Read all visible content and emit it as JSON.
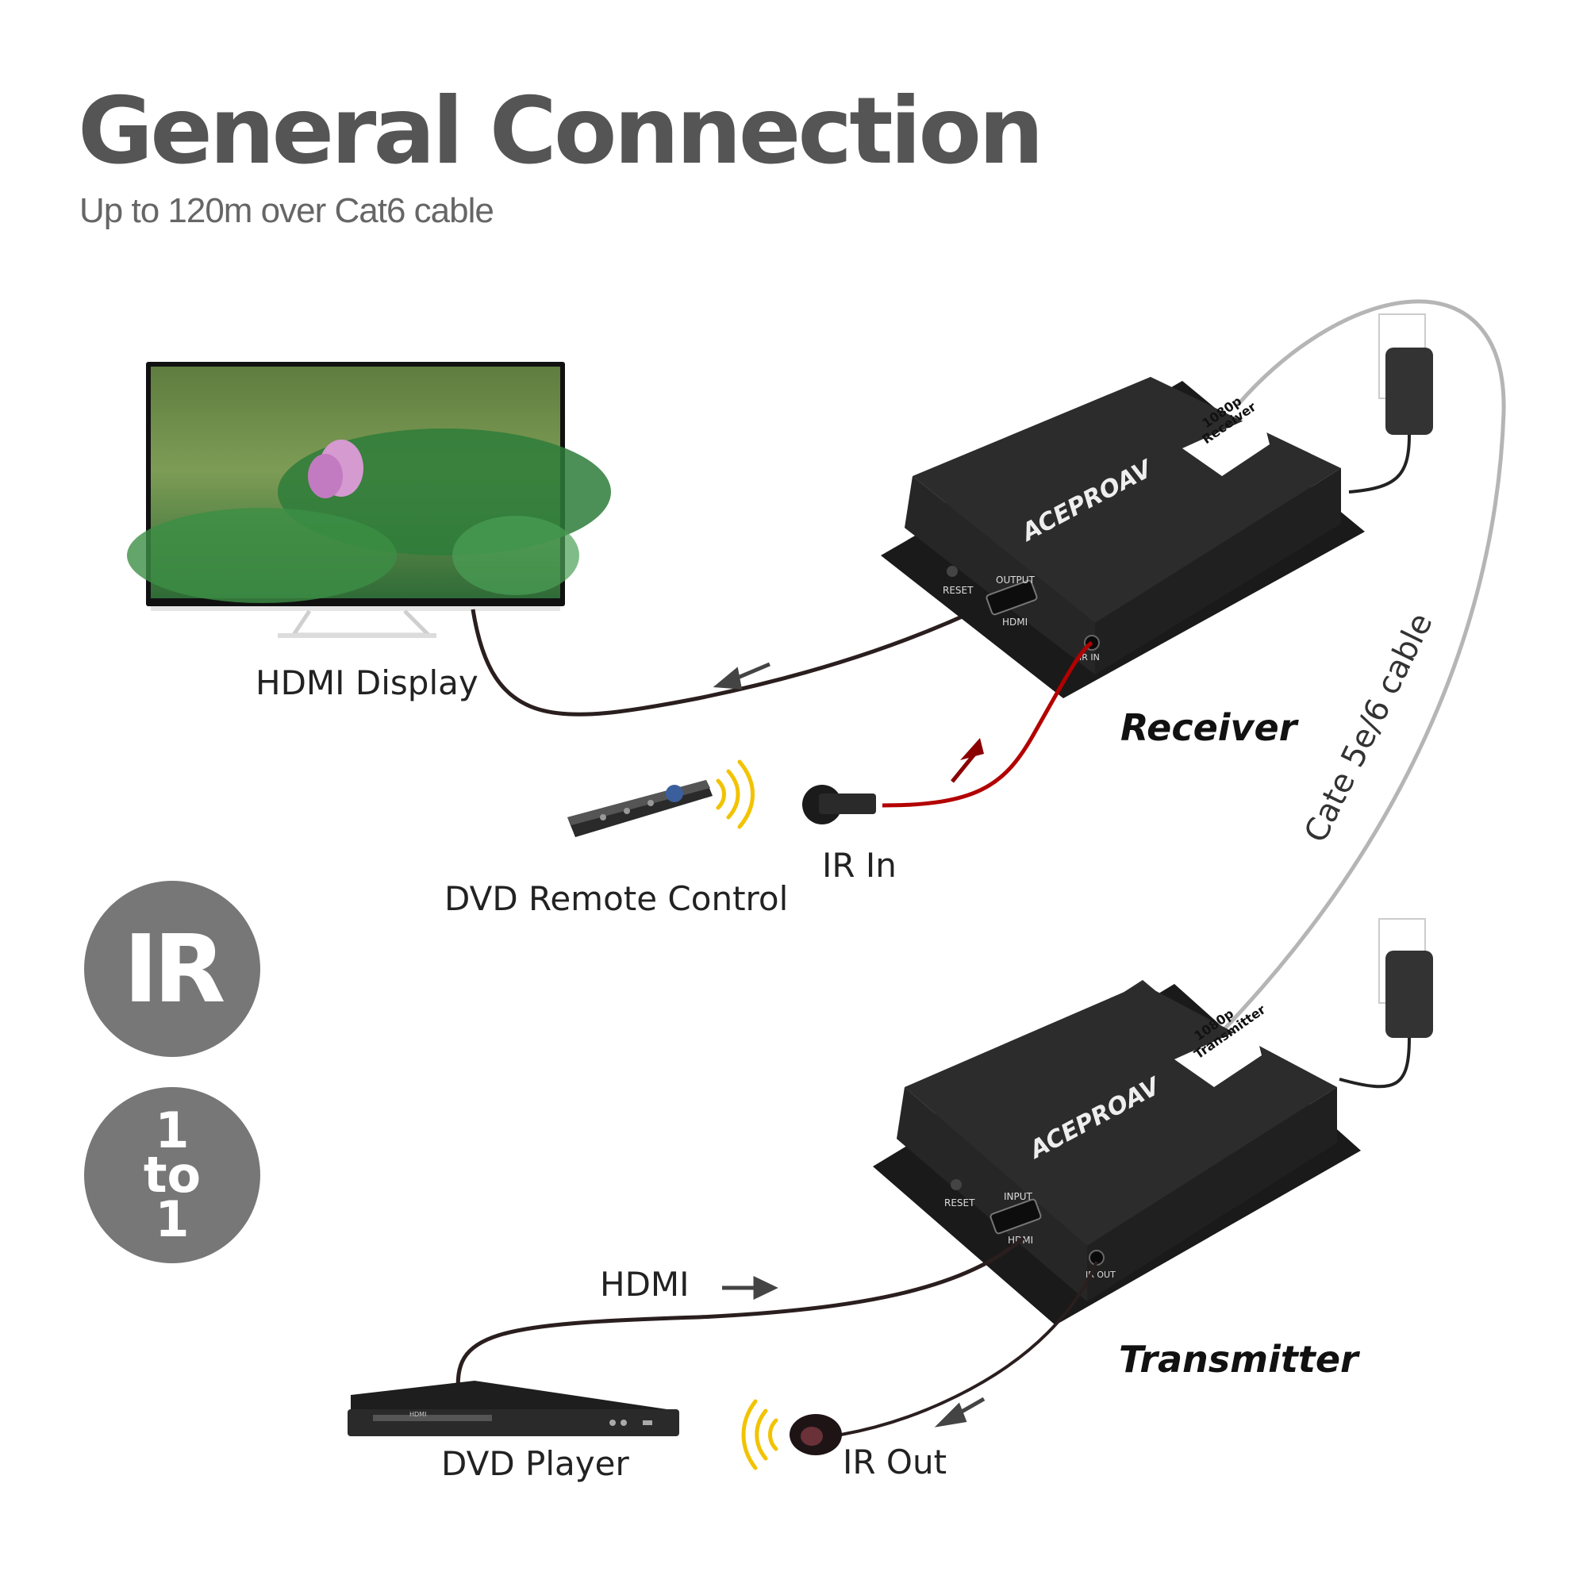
{
  "header": {
    "title": "General Connection",
    "subtitle": "Up to 120m over Cat6 cable"
  },
  "labels": {
    "hdmi_display": "HDMI Display",
    "receiver": "Receiver",
    "transmitter": "Transmitter",
    "ir_in": "IR In",
    "ir_out": "IR Out",
    "dvd_remote": "DVD Remote Control",
    "dvd_player": "DVD Player",
    "hdmi": "HDMI",
    "cable": "Cate 5e/6 cable"
  },
  "badges": {
    "ir": "IR",
    "one_to_one_top": "1",
    "one_to_one_mid": "to",
    "one_to_one_bottom": "1"
  },
  "receiver_panel": {
    "brand": "ACEPRO",
    "brand_suffix": "AV",
    "model": "1080p",
    "kind": "Receiver",
    "reset": "RESET",
    "port_top": "OUTPUT",
    "port_bottom": "HDMI",
    "ir_port": "IR IN"
  },
  "transmitter_panel": {
    "brand": "ACEPRO",
    "brand_suffix": "AV",
    "model": "1080p",
    "kind": "Transmitter",
    "reset": "RESET",
    "port_top": "INPUT",
    "port_bottom": "HDMI",
    "ir_port": "IR OUT"
  },
  "dvd_panel": {
    "badge": "HDMI"
  },
  "colors": {
    "title": "#555555",
    "badge_bg": "#777777",
    "ir_cable": "#b30000",
    "cat_cable": "#b5b5b5",
    "device_body": "#1c1c1c",
    "ir_wave": "#f2c300"
  }
}
